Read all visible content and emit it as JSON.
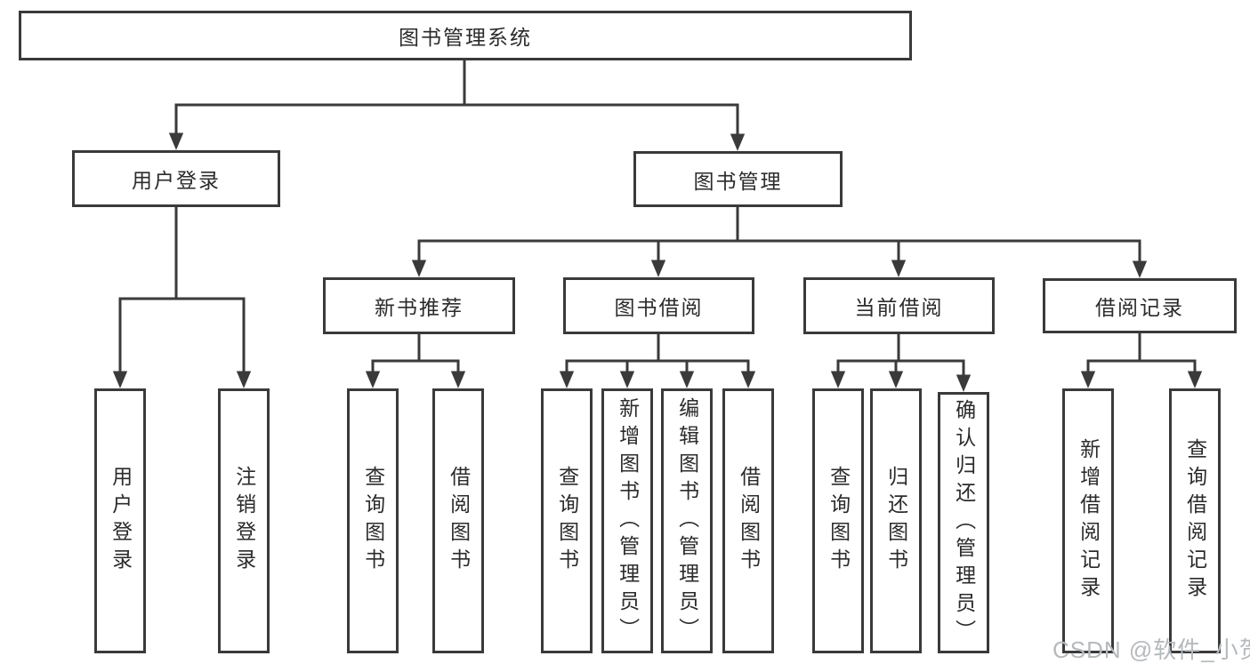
{
  "page": {
    "background_color": "#ffffff",
    "line_color": "#3a3a3a",
    "text_color": "#2b2b2b",
    "watermark_color": "#b5babd"
  },
  "diagram": {
    "root": "图书管理系统",
    "branches": [
      {
        "label": "用户登录",
        "children": [
          "用户登录",
          "注销登录"
        ]
      },
      {
        "label": "图书管理",
        "groups": [
          {
            "label": "新书推荐",
            "children": [
              "查询图书",
              "借阅图书"
            ]
          },
          {
            "label": "图书借阅",
            "children": [
              "查询图书",
              "新增图书（管理员）",
              "编辑图书（管理员）",
              "借阅图书"
            ]
          },
          {
            "label": "当前借阅",
            "children": [
              "查询图书",
              "归还图书",
              "确认归还（管理员）"
            ]
          },
          {
            "label": "借阅记录",
            "children": [
              "新增借阅记录",
              "查询借阅记录"
            ]
          }
        ]
      }
    ]
  },
  "watermark": "CSDN @软件_小贺同学"
}
